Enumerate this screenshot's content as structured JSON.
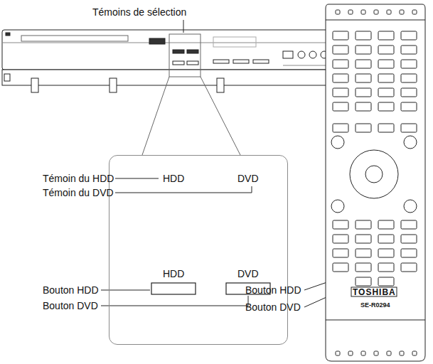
{
  "diagram": {
    "nodes": [
      {
        "text": [
          "HDD",
          "DVD",
          "HDD",
          "DVD"
        ]
      }
    ],
    "labels": [
      "Témoins de sélection",
      "Témoin du HDD",
      "Témoin du DVD",
      "Bouton HDD",
      "Bouton DVD",
      "Bouton HDD",
      "Bouton DVD",
      "TOSHIBA",
      "SE-R0294"
    ]
  }
}
